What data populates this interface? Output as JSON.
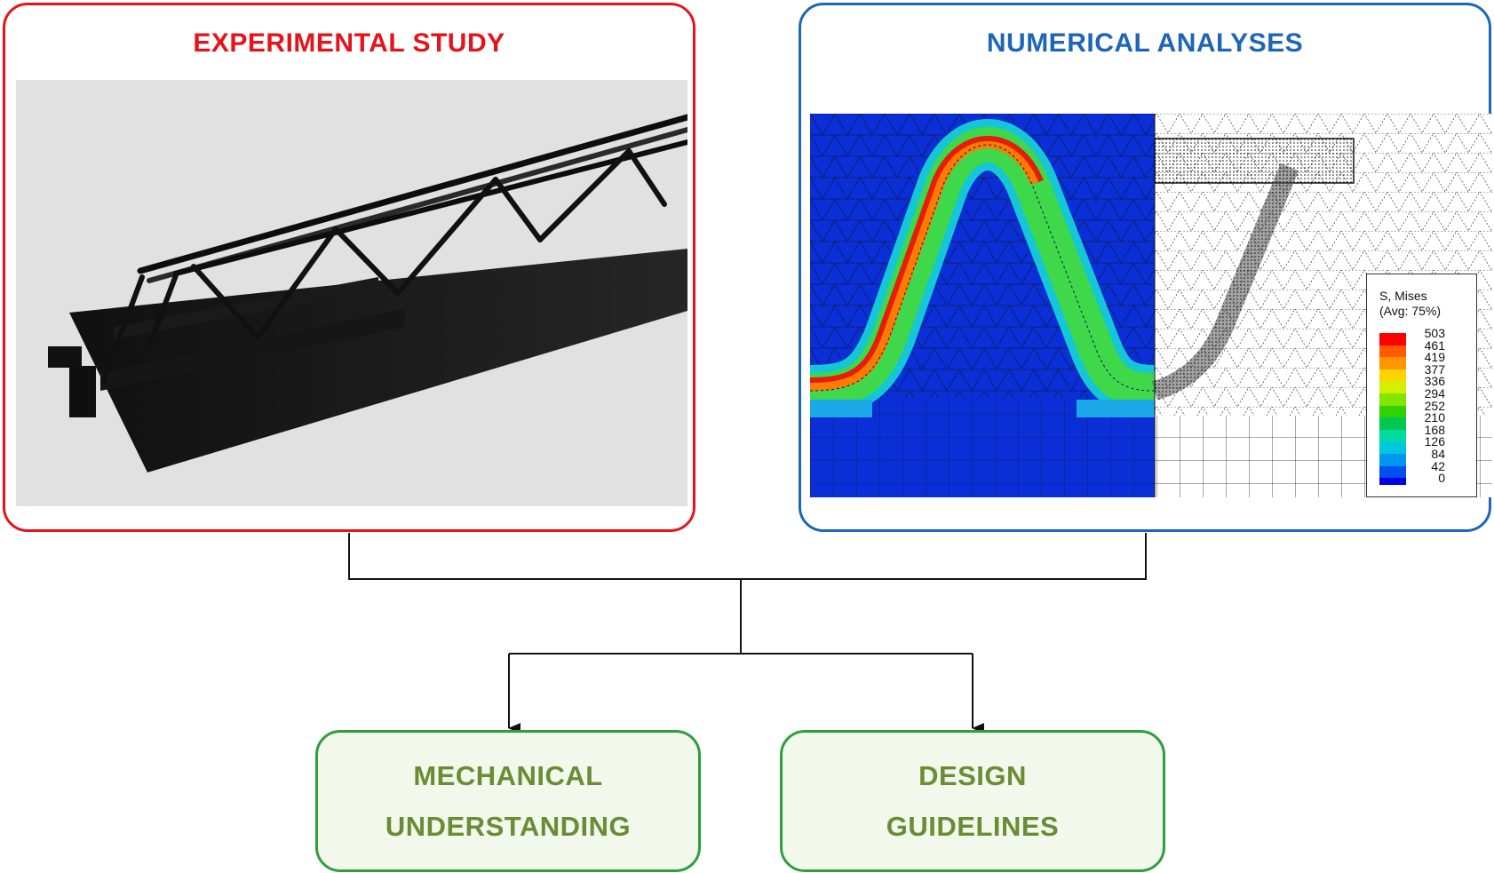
{
  "experimental": {
    "title": "EXPERIMENTAL STUDY"
  },
  "numerical": {
    "title": "NUMERICAL ANALYSES",
    "legend": {
      "title_line1": "S, Mises",
      "title_line2": "(Avg: 75%)",
      "values": [
        "503",
        "461",
        "419",
        "377",
        "336",
        "294",
        "252",
        "210",
        "168",
        "126",
        "84",
        "42",
        "0"
      ],
      "colors": [
        "#ff0000",
        "#ff5a00",
        "#ff9600",
        "#ffd200",
        "#d2f000",
        "#82e600",
        "#32d200",
        "#00c850",
        "#00dca0",
        "#00c8dc",
        "#0096f0",
        "#0050f0",
        "#0000e6"
      ]
    }
  },
  "outcomes": [
    {
      "line1": "MECHANICAL",
      "line2": "UNDERSTANDING"
    },
    {
      "line1": "DESIGN",
      "line2": "GUIDELINES"
    }
  ],
  "colors": {
    "experimental_border": "#e5141c",
    "numerical_border": "#1d66b8",
    "outcome_border": "#2e9e3e",
    "outcome_text": "#6a8c34",
    "outcome_fill": "#f3f8ec",
    "connector": "#111111"
  }
}
